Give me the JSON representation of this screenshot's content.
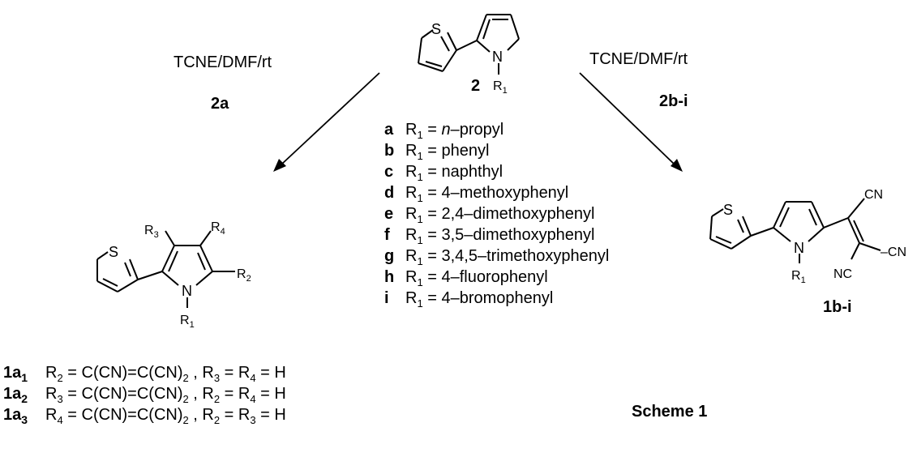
{
  "reagents": {
    "left_condition": "TCNE/DMF/rt",
    "left_substrate": "2a",
    "right_condition": "TCNE/DMF/rt",
    "right_substrate": "2b-i"
  },
  "compound_labels": {
    "starting": "2",
    "right_product": "1b-i"
  },
  "atoms": {
    "S": "S",
    "N": "N",
    "R": "R",
    "sub1": "1",
    "sub2": "2",
    "sub3": "3",
    "sub4": "4",
    "CN": "CN",
    "NC": "NC"
  },
  "substituents": [
    {
      "key": "a",
      "prefix": "R",
      "sub": "1",
      "eq": " = ",
      "value_italic": "n",
      "value": "–propyl"
    },
    {
      "key": "b",
      "prefix": "R",
      "sub": "1",
      "eq": " = ",
      "value_italic": "",
      "value": "phenyl"
    },
    {
      "key": "c",
      "prefix": "R",
      "sub": "1",
      "eq": " = ",
      "value_italic": "",
      "value": "naphthyl"
    },
    {
      "key": "d",
      "prefix": "R",
      "sub": "1",
      "eq": " = ",
      "value_italic": "",
      "value": "4–methoxyphenyl"
    },
    {
      "key": "e",
      "prefix": "R",
      "sub": "1",
      "eq": " = ",
      "value_italic": "",
      "value": "2,4–dimethoxyphenyl"
    },
    {
      "key": "f",
      "prefix": "R",
      "sub": "1",
      "eq": " = ",
      "value_italic": "",
      "value": "3,5–dimethoxyphenyl"
    },
    {
      "key": "g",
      "prefix": "R",
      "sub": "1",
      "eq": " = ",
      "value_italic": "",
      "value": "3,4,5–trimethoxyphenyl"
    },
    {
      "key": "h",
      "prefix": "R",
      "sub": "1",
      "eq": " = ",
      "value_italic": "",
      "value": "4–fluorophenyl"
    },
    {
      "key": "i",
      "prefix": "R",
      "sub": "1",
      "eq": " = ",
      "value_italic": "",
      "value": "4–bromophenyl"
    }
  ],
  "products_1a": [
    {
      "label": "1a",
      "label_sub": "1",
      "a": "R",
      "a_sub": "2",
      "a_val": " = C(CN)=C(CN)",
      "a_val_sub": "2",
      "b": " , R",
      "b_sub": "3",
      "mid": " = R",
      "mid_sub": "4",
      "end": " = H"
    },
    {
      "label": "1a",
      "label_sub": "2",
      "a": "R",
      "a_sub": "3",
      "a_val": " = C(CN)=C(CN)",
      "a_val_sub": "2",
      "b": " , R",
      "b_sub": "2",
      "mid": " = R",
      "mid_sub": "4",
      "end": " = H"
    },
    {
      "label": "1a",
      "label_sub": "3",
      "a": "R",
      "a_sub": "4",
      "a_val": " = C(CN)=C(CN)",
      "a_val_sub": "2",
      "b": " , R",
      "b_sub": "2",
      "mid": " = R",
      "mid_sub": "3",
      "end": " = H"
    }
  ],
  "scheme_title": "Scheme 1"
}
